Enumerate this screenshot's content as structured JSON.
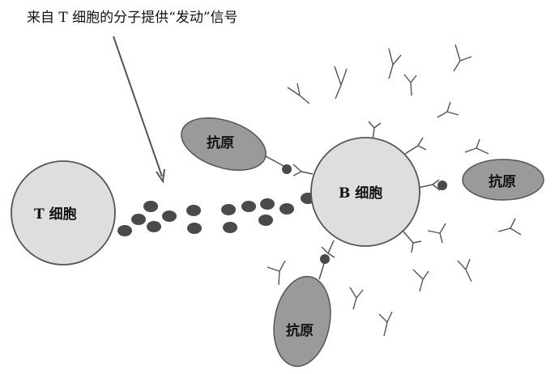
{
  "diagram": {
    "caption": "来自 T 细胞的分子提供“发动”信号",
    "t_cell_label": "T 细胞",
    "b_cell_label": "B 细胞",
    "antigen_labels": [
      "抗原",
      "抗原",
      "抗原"
    ]
  },
  "colors": {
    "cell_fill": "#dedede",
    "antigen_fill": "#9a9a9a",
    "molecule_fill": "#4a4a4a",
    "stroke": "#555555"
  }
}
